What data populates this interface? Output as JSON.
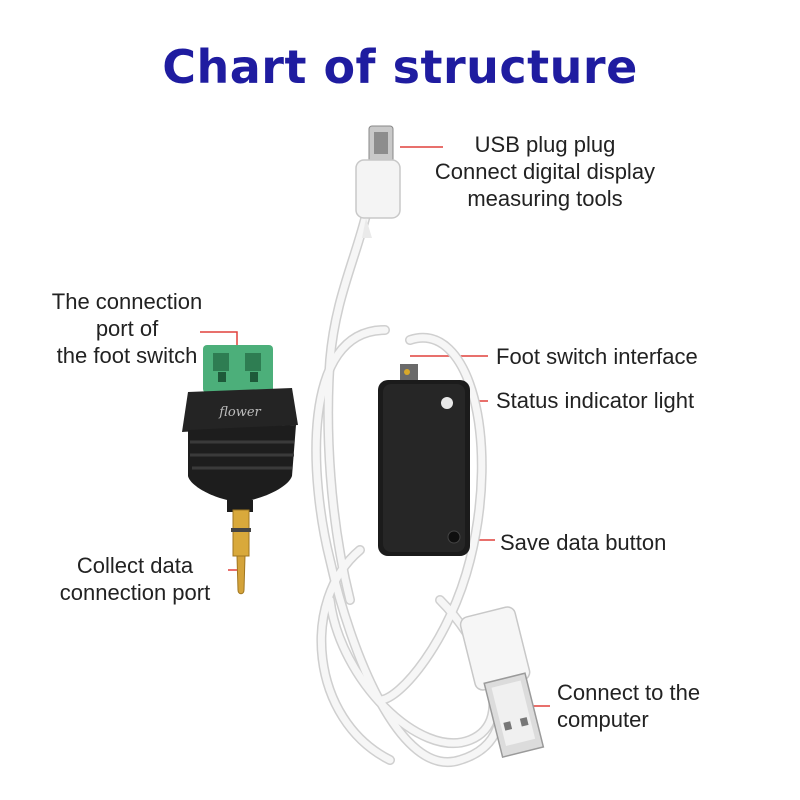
{
  "title": "Chart of structure",
  "colors": {
    "title": "#1f1ca0",
    "callout_line": "#e0403c",
    "cable": "#ececec",
    "connector_green": "#4caf7a"
  },
  "labels": {
    "usb_plug": [
      "USB plug plug",
      "Connect digital display",
      "measuring tools"
    ],
    "foot_switch_port": [
      "The connection",
      "port of",
      "the foot switch"
    ],
    "foot_switch_interface": [
      "Foot switch interface"
    ],
    "status_light": [
      "Status indicator light"
    ],
    "save_button": [
      "Save data button"
    ],
    "collect_port": [
      "Collect data",
      "connection port"
    ],
    "computer": [
      "Connect to the",
      "computer"
    ]
  },
  "brand": "flower"
}
